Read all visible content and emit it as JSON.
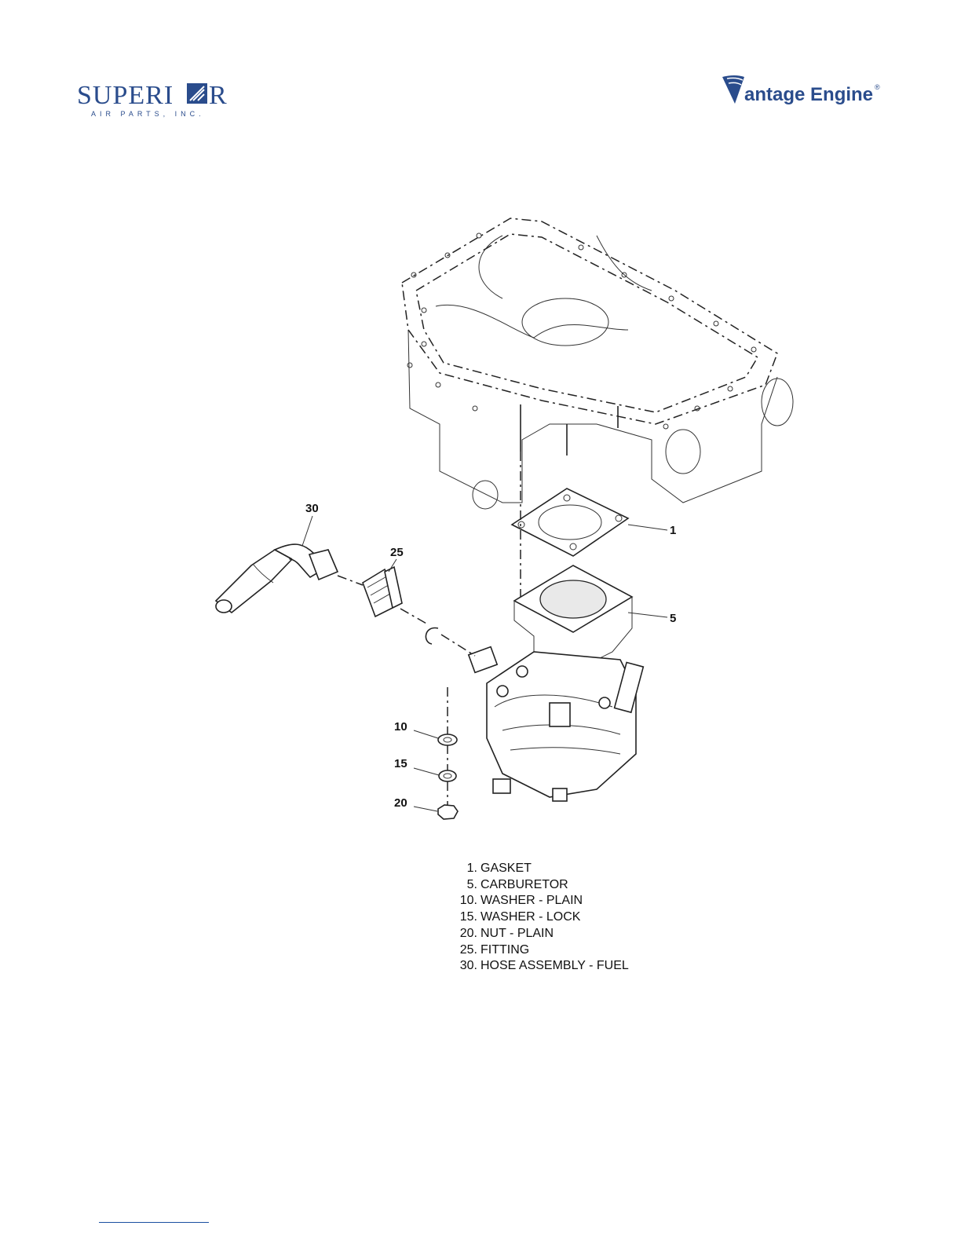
{
  "header": {
    "superior_logo": {
      "name": "SUPERIOR",
      "sub": "AIR PARTS, INC.",
      "color": "#2a4c8c"
    },
    "vantage_logo": {
      "name": "Vantage Engine",
      "color": "#2a4c8c"
    }
  },
  "callouts": {
    "c1": "1",
    "c5": "5",
    "c10": "10",
    "c15": "15",
    "c20": "20",
    "c25": "25",
    "c30": "30"
  },
  "legend": [
    {
      "num": "1.",
      "label": "GASKET"
    },
    {
      "num": "5.",
      "label": "CARBURETOR"
    },
    {
      "num": "10.",
      "label": "WASHER - PLAIN"
    },
    {
      "num": "15.",
      "label": "WASHER - LOCK"
    },
    {
      "num": "20.",
      "label": "NUT - PLAIN"
    },
    {
      "num": "25.",
      "label": "FITTING"
    },
    {
      "num": "30.",
      "label": "HOSE ASSEMBLY - FUEL"
    }
  ]
}
